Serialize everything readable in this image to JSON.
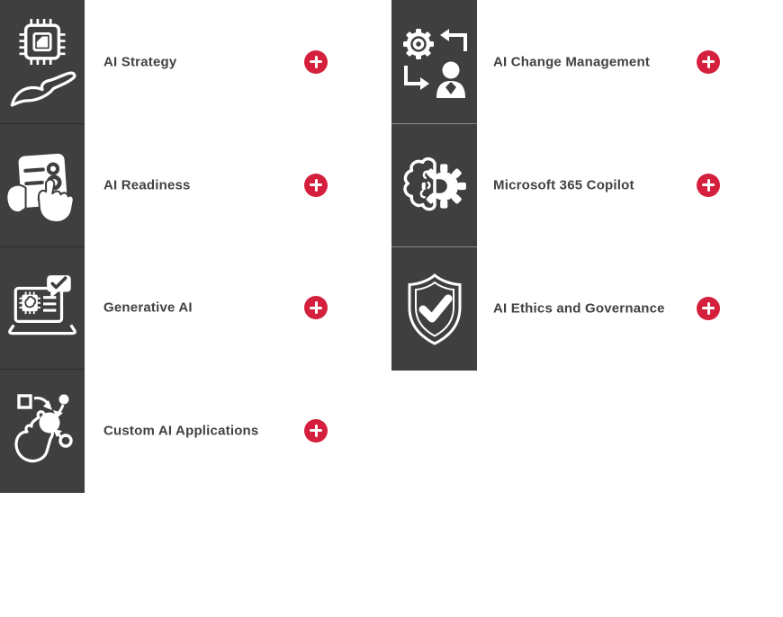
{
  "colors": {
    "background": "#ffffff",
    "tile_background": "#3f3f3f",
    "icon_color": "#ffffff",
    "accent_red": "#d5203d",
    "label_color": "#414141"
  },
  "expand_icon": "plus-icon",
  "columns": [
    {
      "name": "left",
      "items": [
        {
          "label": "AI Strategy",
          "icon": "chip-on-hand-icon"
        },
        {
          "label": "AI Readiness",
          "icon": "hands-tablet-icon"
        },
        {
          "label": "Generative AI",
          "icon": "laptop-ai-chat-check-icon"
        },
        {
          "label": "Custom AI Applications",
          "icon": "tap-flow-nodes-icon"
        }
      ]
    },
    {
      "name": "right",
      "items": [
        {
          "label": "AI Change Management",
          "icon": "gear-arrows-person-icon"
        },
        {
          "label": "Microsoft 365 Copilot",
          "icon": "brain-gear-icon"
        },
        {
          "label": "AI Ethics and Governance",
          "icon": "shield-check-icon"
        }
      ]
    }
  ]
}
